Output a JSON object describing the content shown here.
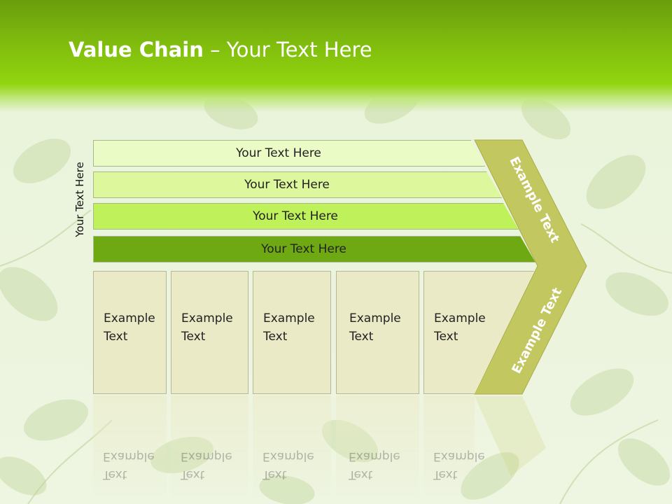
{
  "slide": {
    "title_bold": "Value Chain",
    "title_rest": " – Your Text Here",
    "side_label": "Your Text Here",
    "bars": [
      {
        "label": "Your Text Here",
        "color": "#eafbc6"
      },
      {
        "label": "Your Text Here",
        "color": "#dcf79c"
      },
      {
        "label": "Your Text Here",
        "color": "#bff25a"
      },
      {
        "label": "Your Text Here",
        "color": "#6ea913"
      }
    ],
    "boxes": [
      {
        "line1": "Example",
        "line2": "Text"
      },
      {
        "line1": "Example",
        "line2": "Text"
      },
      {
        "line1": "Example",
        "line2": "Text"
      },
      {
        "line1": "Example",
        "line2": "Text"
      },
      {
        "line1": "Example",
        "line2": "Text"
      }
    ],
    "chevron_top": "Example Text",
    "chevron_bottom": "Example Text",
    "chevron_color": "#c3c760"
  }
}
